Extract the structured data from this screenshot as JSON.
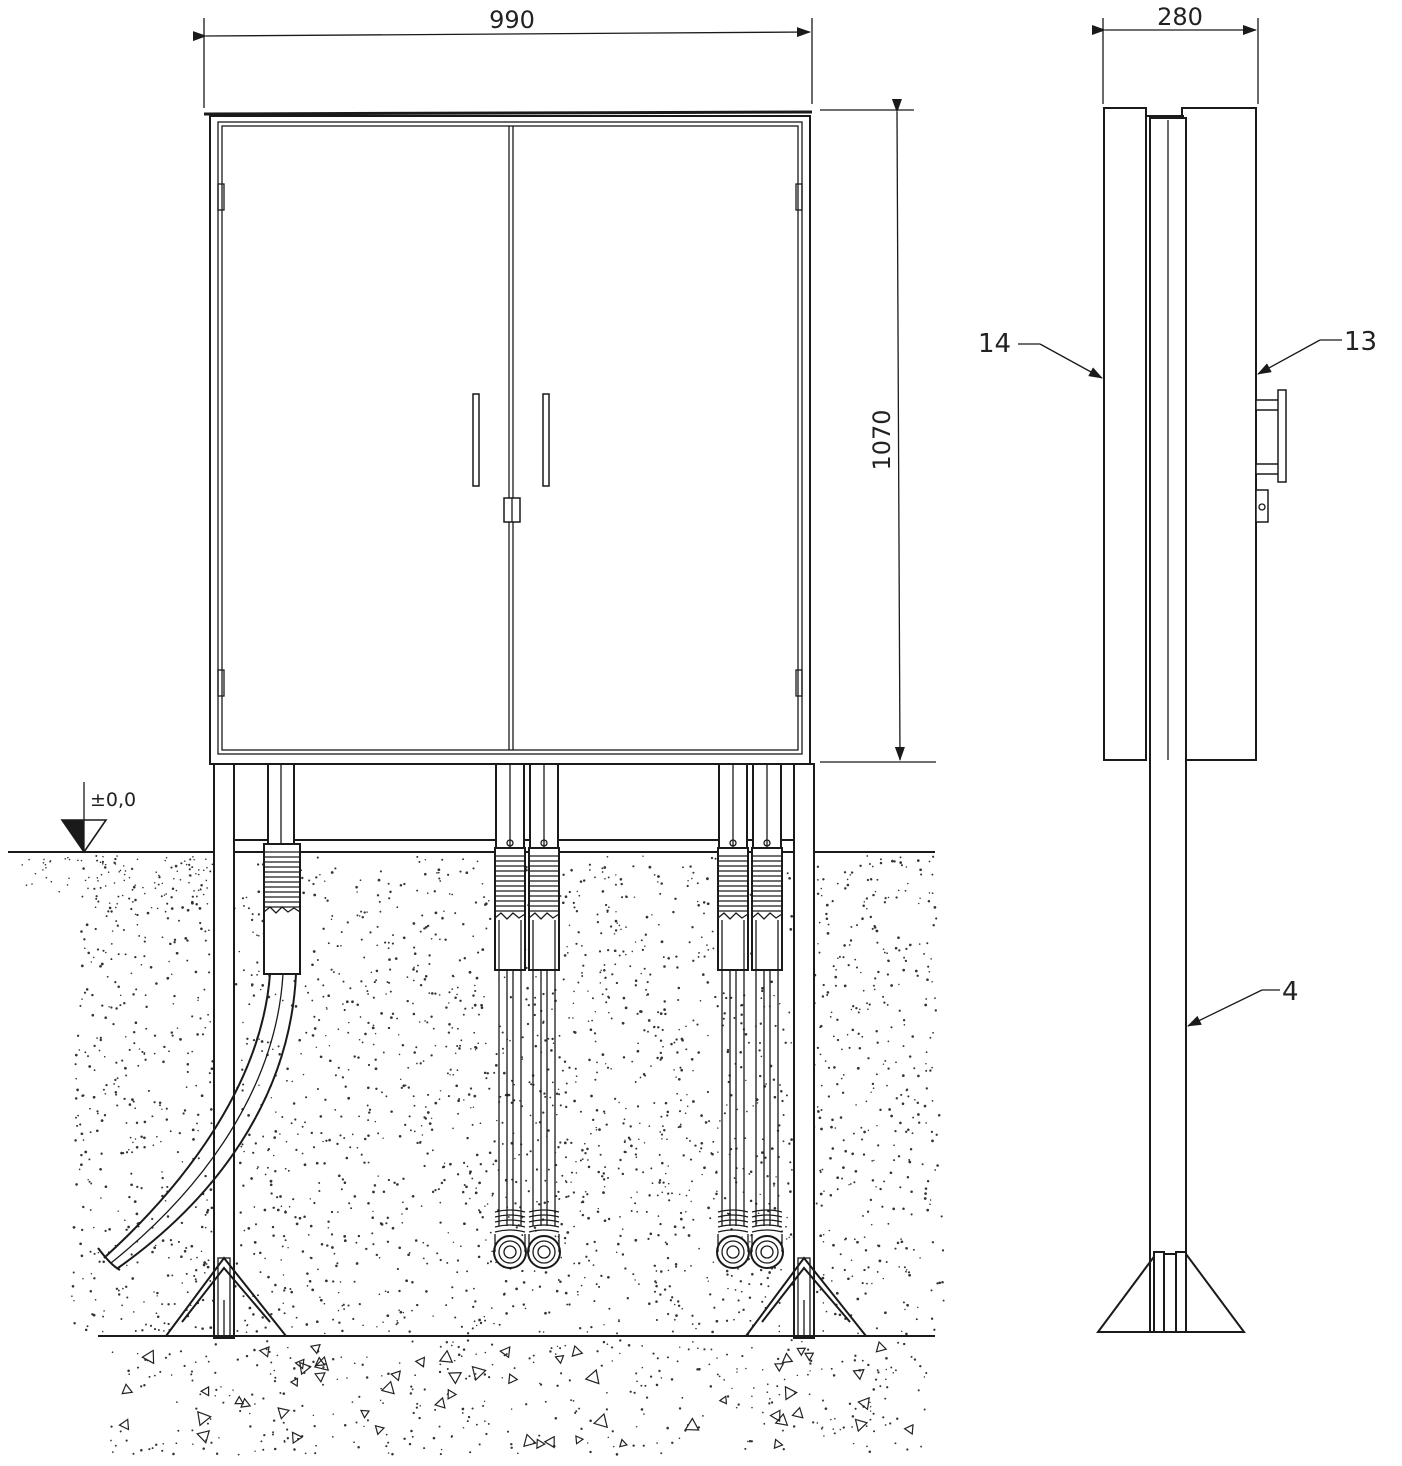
{
  "dimensions": {
    "width_front": "990",
    "height_front": "1070",
    "depth_side": "280"
  },
  "level_marker": "±0,0",
  "callouts": {
    "front_panel": "14",
    "rear_panel": "13",
    "post": "4"
  },
  "colors": {
    "line": "#1a1a1a",
    "background": "#ffffff"
  }
}
